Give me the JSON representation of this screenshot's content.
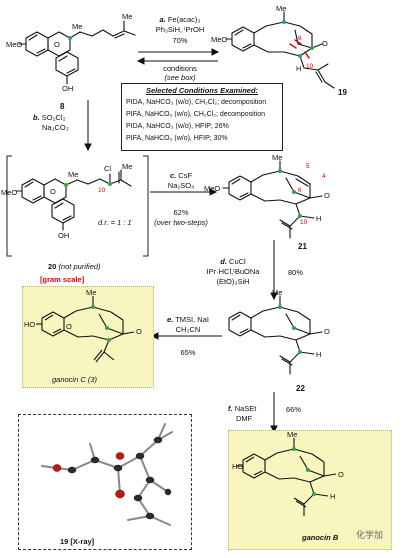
{
  "compounds": {
    "c8": "8",
    "c19": "19",
    "c20": "20",
    "c20_note": "(not purified)",
    "c20_dr": "d.r. = 1 : 1",
    "c20_scale": "[gram scale]",
    "c21": "21",
    "c22": "22",
    "ganocin_c": "ganocin C (3)",
    "ganocin_b": "ganocin B",
    "xray": "19 [X-ray]"
  },
  "atoms": {
    "meo": "MeO",
    "oh": "OH",
    "ho": "HO",
    "me": "Me",
    "o": "O",
    "cl": "Cl",
    "h": "H"
  },
  "numbers": {
    "n5": "5",
    "n4": "4",
    "n6": "6",
    "n10": "10"
  },
  "steps": {
    "a_label": "a.",
    "a_reagent1": "Fe(acac)₃",
    "a_reagent2": "Ph₃SiH, ⁱPrOH",
    "a_yield": "70%",
    "cond_label1": "conditions",
    "cond_label2": "(see box)",
    "b_label": "b.",
    "b_reagent1": "SO₂Cl₂",
    "b_reagent2": "Na₂CO₃",
    "c_label": "c.",
    "c_reagent1": "CsF",
    "c_reagent2": "Na₂SO₄",
    "c_yield": "62%",
    "c_note": "(over two-steps)",
    "d_label": "d.",
    "d_reagent1": "CuCl",
    "d_reagent2": "IPr·HCl,ᵗBuONa",
    "d_reagent3": "(EtO)₃SiH",
    "d_yield": "80%",
    "e_label": "e.",
    "e_reagent1": "TMSI, NaI",
    "e_reagent2": "CH₃CN",
    "e_yield": "65%",
    "f_label": "f.",
    "f_reagent1": "NaSEt",
    "f_reagent2": "DMF",
    "f_yield": "66%"
  },
  "conditions_box": {
    "title": "Selected Conditions  Examined:",
    "rows": [
      "PIDA, NaHCO₃ (w/o), CH₂Cl₂; decomposition",
      "PIFA, NaHCO₃ (w/o), CH₂Cl₂; decomposition",
      "PIDA, NaHCO₃ (w/o), HFIP; 26%",
      "PIFA, NaHCO₃ (w/o), HFIP; 30%"
    ]
  },
  "watermark": "化学加",
  "colors": {
    "highlight_yellow": "#f8f5bf",
    "accent_red": "#e00000",
    "stereo_green": "#2da84a",
    "bond": "#111111"
  }
}
